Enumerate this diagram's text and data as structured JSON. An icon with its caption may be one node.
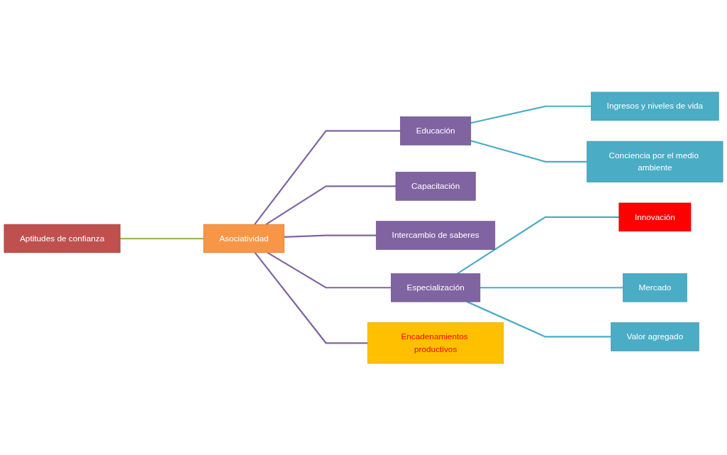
{
  "diagram": {
    "nodes": [
      {
        "text": [
          "Aptitudes de confianza"
        ]
      },
      {
        "text": [
          "Asociatividad"
        ]
      },
      {
        "text": [
          "Educación"
        ]
      },
      {
        "text": [
          "Ingresos y niveles de vida"
        ]
      },
      {
        "text": [
          "Conciencia por el medio ambiente"
        ]
      },
      {
        "text": [
          "Capacitación"
        ]
      },
      {
        "text": [
          "Intercambio de saberes"
        ]
      },
      {
        "text": [
          "Especialización"
        ]
      },
      {
        "text": [
          "Innovación"
        ]
      },
      {
        "text": [
          "Mercado"
        ]
      },
      {
        "text": [
          "Valor agregado"
        ]
      },
      {
        "text": [
          "Encadenamientos productivos"
        ]
      }
    ],
    "edges": [
      {
        "from": 0,
        "to": 1,
        "arrow": "none",
        "color": "#9bbb59"
      },
      {
        "from": 1,
        "to": 2,
        "arrow": "none",
        "color": "#8064a2"
      },
      {
        "from": 1,
        "to": 5,
        "arrow": "none",
        "color": "#8064a2"
      },
      {
        "from": 1,
        "to": 6,
        "arrow": "none",
        "color": "#8064a2"
      },
      {
        "from": 1,
        "to": 7,
        "arrow": "none",
        "color": "#8064a2"
      },
      {
        "from": 1,
        "to": 11,
        "arrow": "none",
        "color": "#8064a2"
      },
      {
        "from": 2,
        "to": 3,
        "arrow": "none",
        "color": "#4bacc6"
      },
      {
        "from": 2,
        "to": 4,
        "arrow": "none",
        "color": "#4bacc6"
      },
      {
        "from": 7,
        "to": 8,
        "arrow": "none",
        "color": "#4bacc6"
      },
      {
        "from": 7,
        "to": 9,
        "arrow": "none",
        "color": "#4bacc6"
      },
      {
        "from": 7,
        "to": 10,
        "arrow": "none",
        "color": "#4bacc6"
      }
    ]
  }
}
